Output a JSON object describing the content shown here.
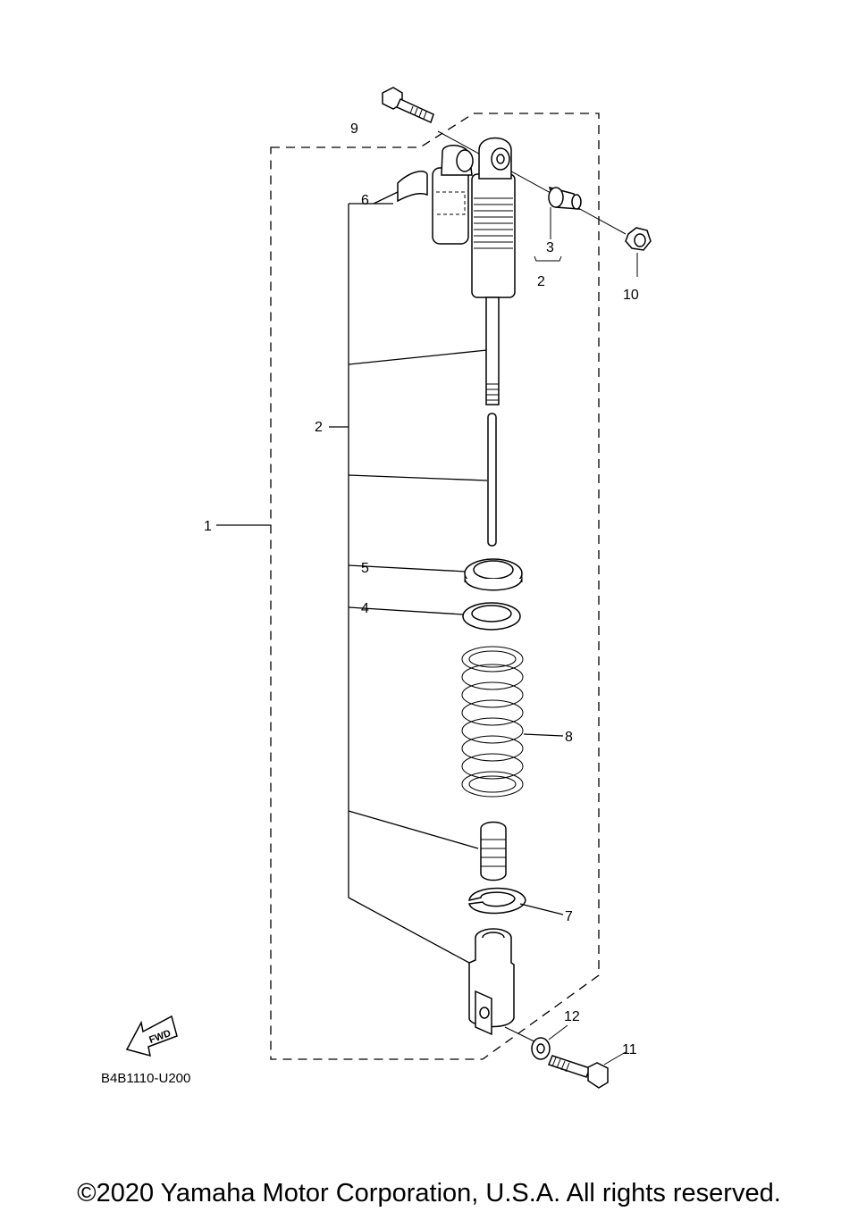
{
  "labels": {
    "p1": "1",
    "p2": "2",
    "p2b": "2",
    "p3": "3",
    "p4": "4",
    "p5": "5",
    "p6": "6",
    "p7": "7",
    "p8": "8",
    "p9": "9",
    "p10": "10",
    "p11": "11",
    "p12": "12"
  },
  "fwd_label": "FWD",
  "diagram_code": "B4B1110-U200",
  "copyright": "©2020 Yamaha Motor Corporation, U.S.A. All rights reserved."
}
